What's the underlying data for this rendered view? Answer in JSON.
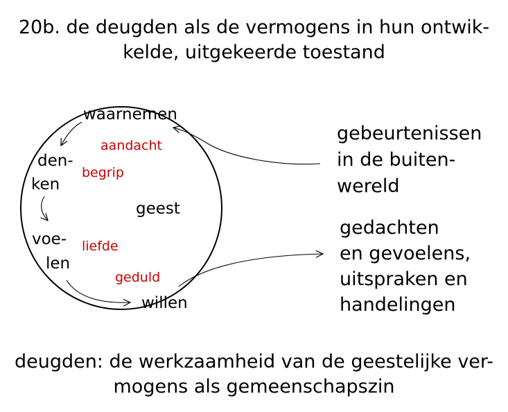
{
  "title": {
    "line1": "20b. de deugden als de vermogens in hun ontwik-",
    "line2": "kelde, uitgekeerde toestand"
  },
  "circle": {
    "center": "geest",
    "faculties": {
      "waarnemen": "waarnemen",
      "denken_1": "den-",
      "denken_2": "ken",
      "voelen_1": "voe-",
      "voelen_2": "len",
      "willen": "willen"
    },
    "virtues": {
      "aandacht": "aandacht",
      "begrip": "begrip",
      "liefde": "liefde",
      "geduld": "geduld"
    },
    "virtue_color": "#cc0000"
  },
  "input": {
    "line1": "gebeurtenissen",
    "line2": "in de buiten-",
    "line3": "wereld"
  },
  "output": {
    "line1": "gedachten",
    "line2": "en gevoelens,",
    "line3": "uitspraken en",
    "line4": "handelingen"
  },
  "footer": {
    "line1": "deugden: de werkzaamheid van de geestelijke ver-",
    "line2": "mogens als gemeenschapszin"
  }
}
